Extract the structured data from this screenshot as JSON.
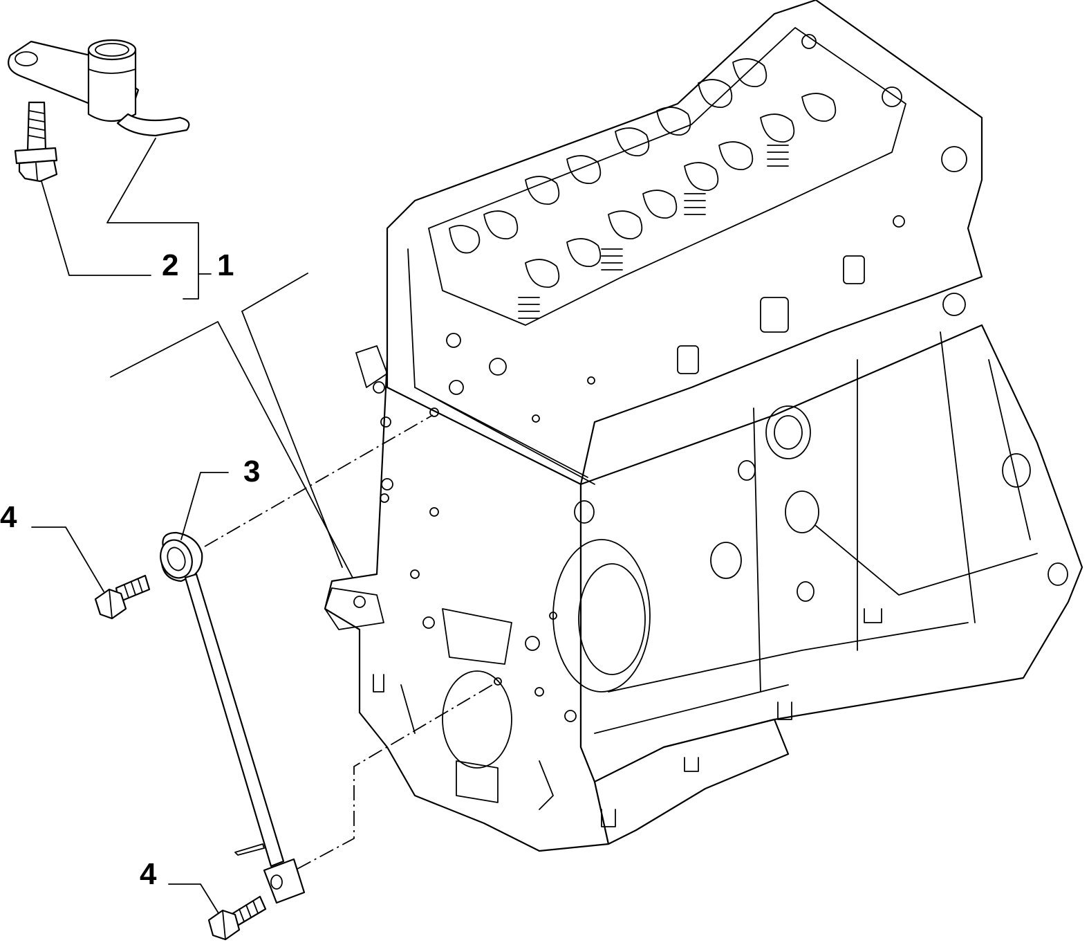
{
  "diagram": {
    "callouts": [
      {
        "id": "1",
        "label": "1"
      },
      {
        "id": "2",
        "label": "2"
      },
      {
        "id": "3",
        "label": "3"
      },
      {
        "id": "4a",
        "label": "4"
      },
      {
        "id": "4b",
        "label": "4"
      }
    ],
    "parts": [
      {
        "ref": "1",
        "depicts": "oil-jet-nozzle-icon"
      },
      {
        "ref": "2",
        "depicts": "flange-bolt-icon"
      },
      {
        "ref": "3",
        "depicts": "dipstick-tube-icon"
      },
      {
        "ref": "4",
        "depicts": "hex-bolt-icon"
      }
    ],
    "main_assembly_icon": "engine-block-icon"
  }
}
